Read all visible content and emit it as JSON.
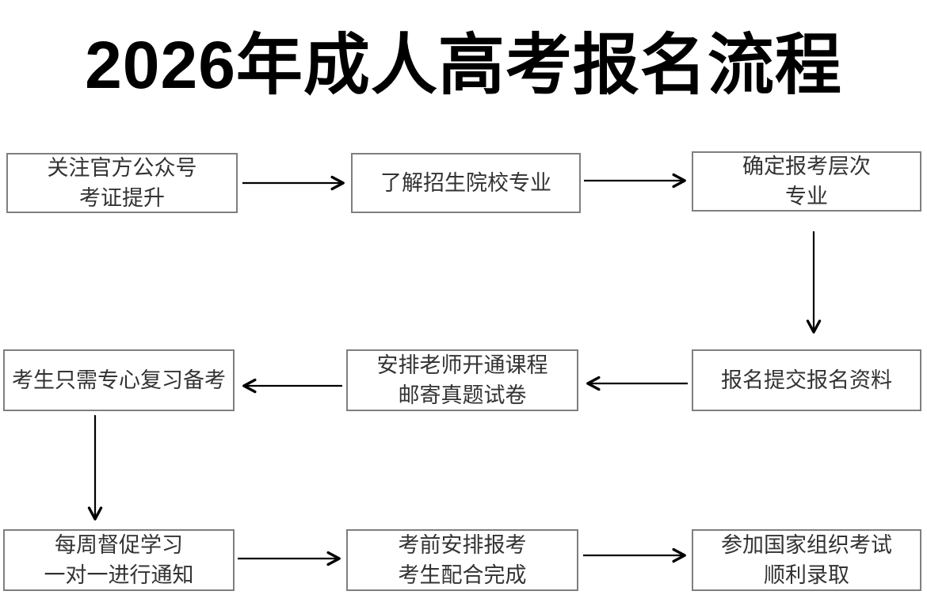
{
  "page": {
    "title": "2026年成人高考报名流程"
  },
  "colors": {
    "background": "#ffffff",
    "title_text": "#000000",
    "box_border": "#7f7f7f",
    "box_text": "#333333",
    "arrow": "#000000"
  },
  "flowchart": {
    "nodes": [
      {
        "id": "step-1-follow-official-account",
        "text": "关注官方公众号\n考证提升"
      },
      {
        "id": "step-2-learn-school-majors",
        "text": "了解招生院校专业"
      },
      {
        "id": "step-3-confirm-level-major",
        "text": "确定报考层次\n专业"
      },
      {
        "id": "step-4-submit-materials",
        "text": "报名提交报名资料"
      },
      {
        "id": "step-5-teacher-opens-course",
        "text": "安排老师开通课程\n邮寄真题试卷"
      },
      {
        "id": "step-6-focus-on-review",
        "text": "考生只需专心复习备考"
      },
      {
        "id": "step-7-weekly-supervision",
        "text": "每周督促学习\n一对一进行通知"
      },
      {
        "id": "step-8-pre-exam-arrangement",
        "text": "考前安排报考\n考生配合完成"
      },
      {
        "id": "step-9-take-national-exam",
        "text": "参加国家组织考试\n顺利录取"
      }
    ]
  }
}
